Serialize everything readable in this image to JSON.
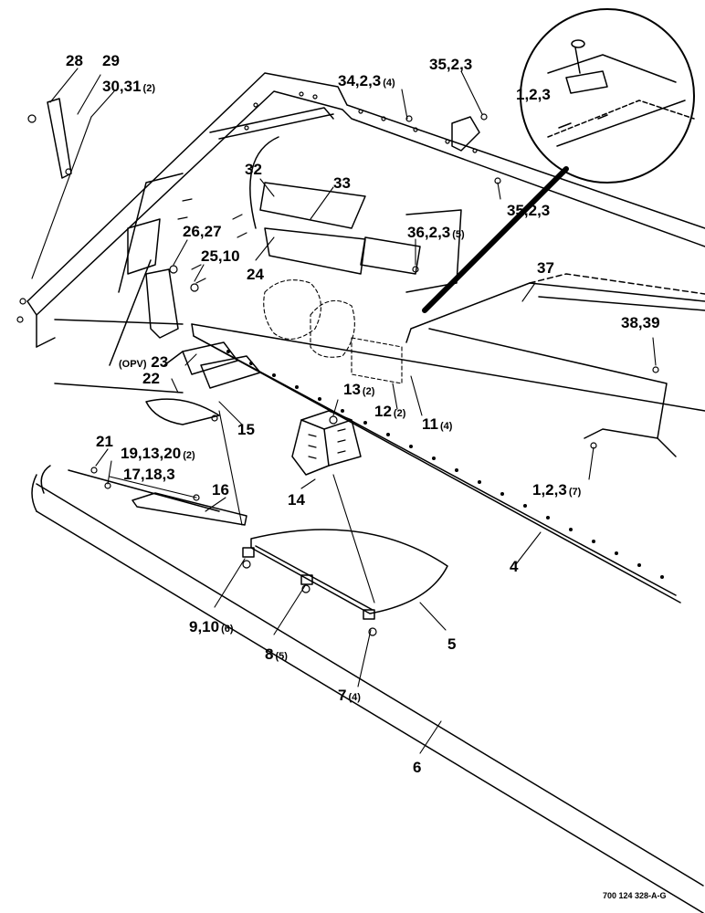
{
  "figure_id": "700 124 328-A-G",
  "opv_tag": "(OPV)",
  "callouts": [
    {
      "id": "c28",
      "text": "28",
      "qty": ""
    },
    {
      "id": "c29",
      "text": "29",
      "qty": ""
    },
    {
      "id": "c30",
      "text": "30,31",
      "qty": "(2)"
    },
    {
      "id": "c34",
      "text": "34,2,3",
      "qty": "(4)"
    },
    {
      "id": "c35a",
      "text": "35,2,3",
      "qty": ""
    },
    {
      "id": "c123a",
      "text": "1,2,3",
      "qty": ""
    },
    {
      "id": "c32",
      "text": "32",
      "qty": ""
    },
    {
      "id": "c33",
      "text": "33",
      "qty": ""
    },
    {
      "id": "c35b",
      "text": "35,2,3",
      "qty": ""
    },
    {
      "id": "c26",
      "text": "26,27",
      "qty": ""
    },
    {
      "id": "c36",
      "text": "36,2,3",
      "qty": "(5)"
    },
    {
      "id": "c25",
      "text": "25,10",
      "qty": ""
    },
    {
      "id": "c24",
      "text": "24",
      "qty": ""
    },
    {
      "id": "c37",
      "text": "37",
      "qty": ""
    },
    {
      "id": "c38",
      "text": "38,39",
      "qty": ""
    },
    {
      "id": "c23",
      "text": "23",
      "qty": ""
    },
    {
      "id": "c22",
      "text": "22",
      "qty": ""
    },
    {
      "id": "c13",
      "text": "13",
      "qty": "(2)"
    },
    {
      "id": "c12",
      "text": "12",
      "qty": "(2)"
    },
    {
      "id": "c11",
      "text": "11",
      "qty": "(4)"
    },
    {
      "id": "c15",
      "text": "15",
      "qty": ""
    },
    {
      "id": "c21",
      "text": "21",
      "qty": ""
    },
    {
      "id": "c19",
      "text": "19,13,20",
      "qty": "(2)"
    },
    {
      "id": "c17",
      "text": "17,18,3",
      "qty": ""
    },
    {
      "id": "c14",
      "text": "14",
      "qty": ""
    },
    {
      "id": "c16",
      "text": "16",
      "qty": ""
    },
    {
      "id": "c123b",
      "text": "1,2,3",
      "qty": "(7)"
    },
    {
      "id": "c4",
      "text": "4",
      "qty": ""
    },
    {
      "id": "c9",
      "text": "9,10",
      "qty": "(6)"
    },
    {
      "id": "c8",
      "text": "8",
      "qty": "(5)"
    },
    {
      "id": "c5",
      "text": "5",
      "qty": ""
    },
    {
      "id": "c7",
      "text": "7",
      "qty": "(4)"
    },
    {
      "id": "c6",
      "text": "6",
      "qty": ""
    }
  ]
}
